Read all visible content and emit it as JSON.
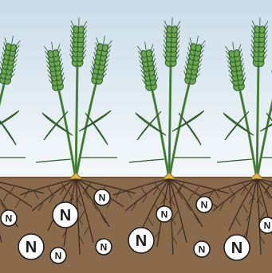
{
  "scene": {
    "plants": 4,
    "colors": {
      "sky_top": "#c9dbe8",
      "sky_bottom": "#f6f9fb",
      "soil": "#8a6a4d",
      "soil_dark": "#6e533c",
      "root": "#3d2c22",
      "leaf": "#6aa84f",
      "leaf_dark": "#2f5a2a",
      "stem": "#4e8a3c",
      "crown": "#e2b54a"
    }
  },
  "nutrients": [
    {
      "label": "N",
      "size": "small"
    },
    {
      "label": "N",
      "size": "small"
    },
    {
      "label": "N",
      "size": "large"
    },
    {
      "label": "N",
      "size": "large"
    },
    {
      "label": "N",
      "size": "small"
    },
    {
      "label": "N",
      "size": "small"
    },
    {
      "label": "N",
      "size": "large"
    },
    {
      "label": "N",
      "size": "small"
    },
    {
      "label": "N",
      "size": "small"
    },
    {
      "label": "N",
      "size": "small"
    },
    {
      "label": "N",
      "size": "large"
    },
    {
      "label": "N",
      "size": "small"
    }
  ]
}
